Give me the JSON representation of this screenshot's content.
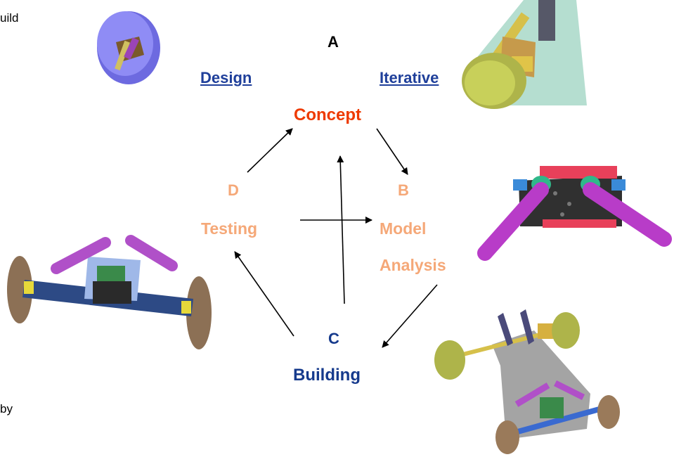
{
  "edge_text": {
    "top_left": "uild",
    "bottom_left": "by"
  },
  "cycle": {
    "a_letter": "A",
    "design": "Design",
    "iterative": "Iterative",
    "concept": "Concept",
    "b_letter": "B",
    "model": "Model",
    "analysis": "Analysis",
    "c_letter": "C",
    "building": "Building",
    "d_letter": "D",
    "testing": "Testing"
  },
  "colors": {
    "concept": "#ee3a00",
    "stage": "#f5a878",
    "building": "#163a8c",
    "link": "#1f3f9a",
    "arrow": "#000000"
  },
  "illustrations": [
    "wheel-linkage-render",
    "leg-wheel-render",
    "chassis-front-render",
    "actuator-bracket-render",
    "vehicle-chassis-render"
  ]
}
